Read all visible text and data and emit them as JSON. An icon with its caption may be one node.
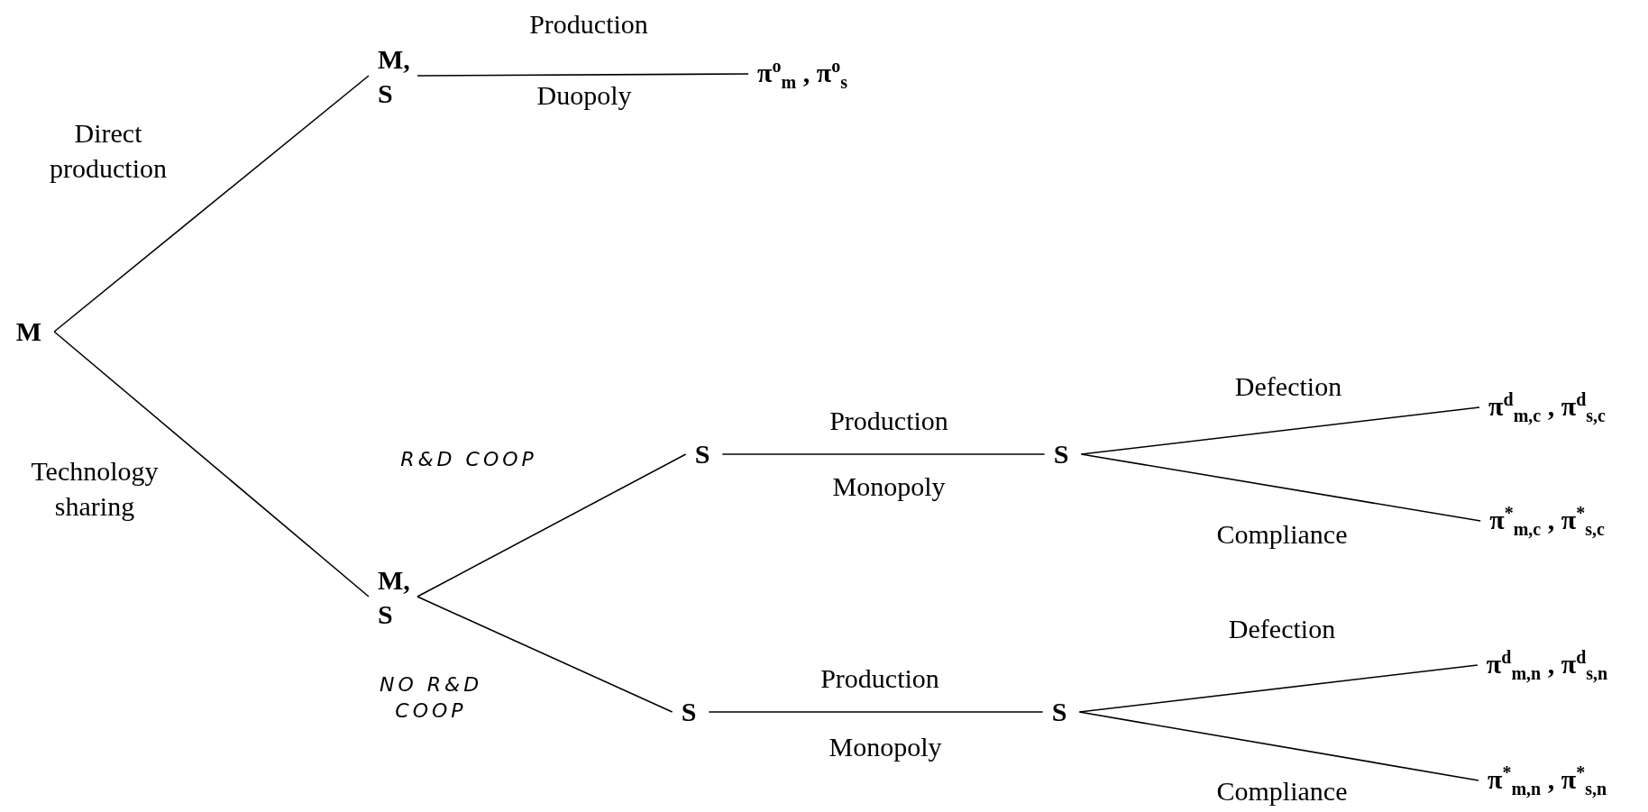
{
  "diagram": {
    "nodes": [
      {
        "text": [
          "M"
        ]
      },
      {
        "text": [
          "M, S"
        ]
      },
      {
        "text": [
          "π$^{o}$$_{m}$ , π$^{o}$$_{s}$"
        ]
      },
      {
        "text": [
          "M, S"
        ]
      },
      {
        "text": [
          "S"
        ]
      },
      {
        "text": [
          "S"
        ]
      },
      {
        "text": [
          "π$^{d}$$_{m,c}$ , π$^{d}$$_{s,c}$"
        ]
      },
      {
        "text": [
          "π$^{*}$$_{m,c}$ , π$^{*}$$_{s,c}$"
        ]
      },
      {
        "text": [
          "S"
        ]
      },
      {
        "text": [
          "S"
        ]
      },
      {
        "text": [
          "π$^{d}$$_{m,n}$ , π$^{d}$$_{s,n}$"
        ]
      },
      {
        "text": [
          "π$^{*}$$_{m,n}$ , π$^{*}$$_{s,n}$"
        ]
      }
    ],
    "edges": [
      {
        "from": 0,
        "to": 1,
        "arrow": "none",
        "label": "Direct production"
      },
      {
        "from": 1,
        "to": 2,
        "arrow": "none",
        "label": "Production"
      },
      {
        "from": 0,
        "to": 3,
        "arrow": "none",
        "label": "Technology sharing"
      },
      {
        "from": 3,
        "to": 4,
        "arrow": "none",
        "label": "R&D COOP"
      },
      {
        "from": 4,
        "to": 5,
        "arrow": "none",
        "label": "Production"
      },
      {
        "from": 5,
        "to": 6,
        "arrow": "none",
        "label": "Defection"
      },
      {
        "from": 5,
        "to": 7,
        "arrow": "none",
        "label": "Compliance"
      },
      {
        "from": 3,
        "to": 8,
        "arrow": "none",
        "label": "NO R&D COOP"
      },
      {
        "from": 8,
        "to": 9,
        "arrow": "none",
        "label": "Production"
      },
      {
        "from": 9,
        "to": 10,
        "arrow": "none",
        "label": "Defection"
      },
      {
        "from": 9,
        "to": 11,
        "arrow": "none",
        "label": "Compliance"
      }
    ],
    "labels": [
      "Duopoly",
      "Monopoly",
      "Monopoly"
    ]
  }
}
